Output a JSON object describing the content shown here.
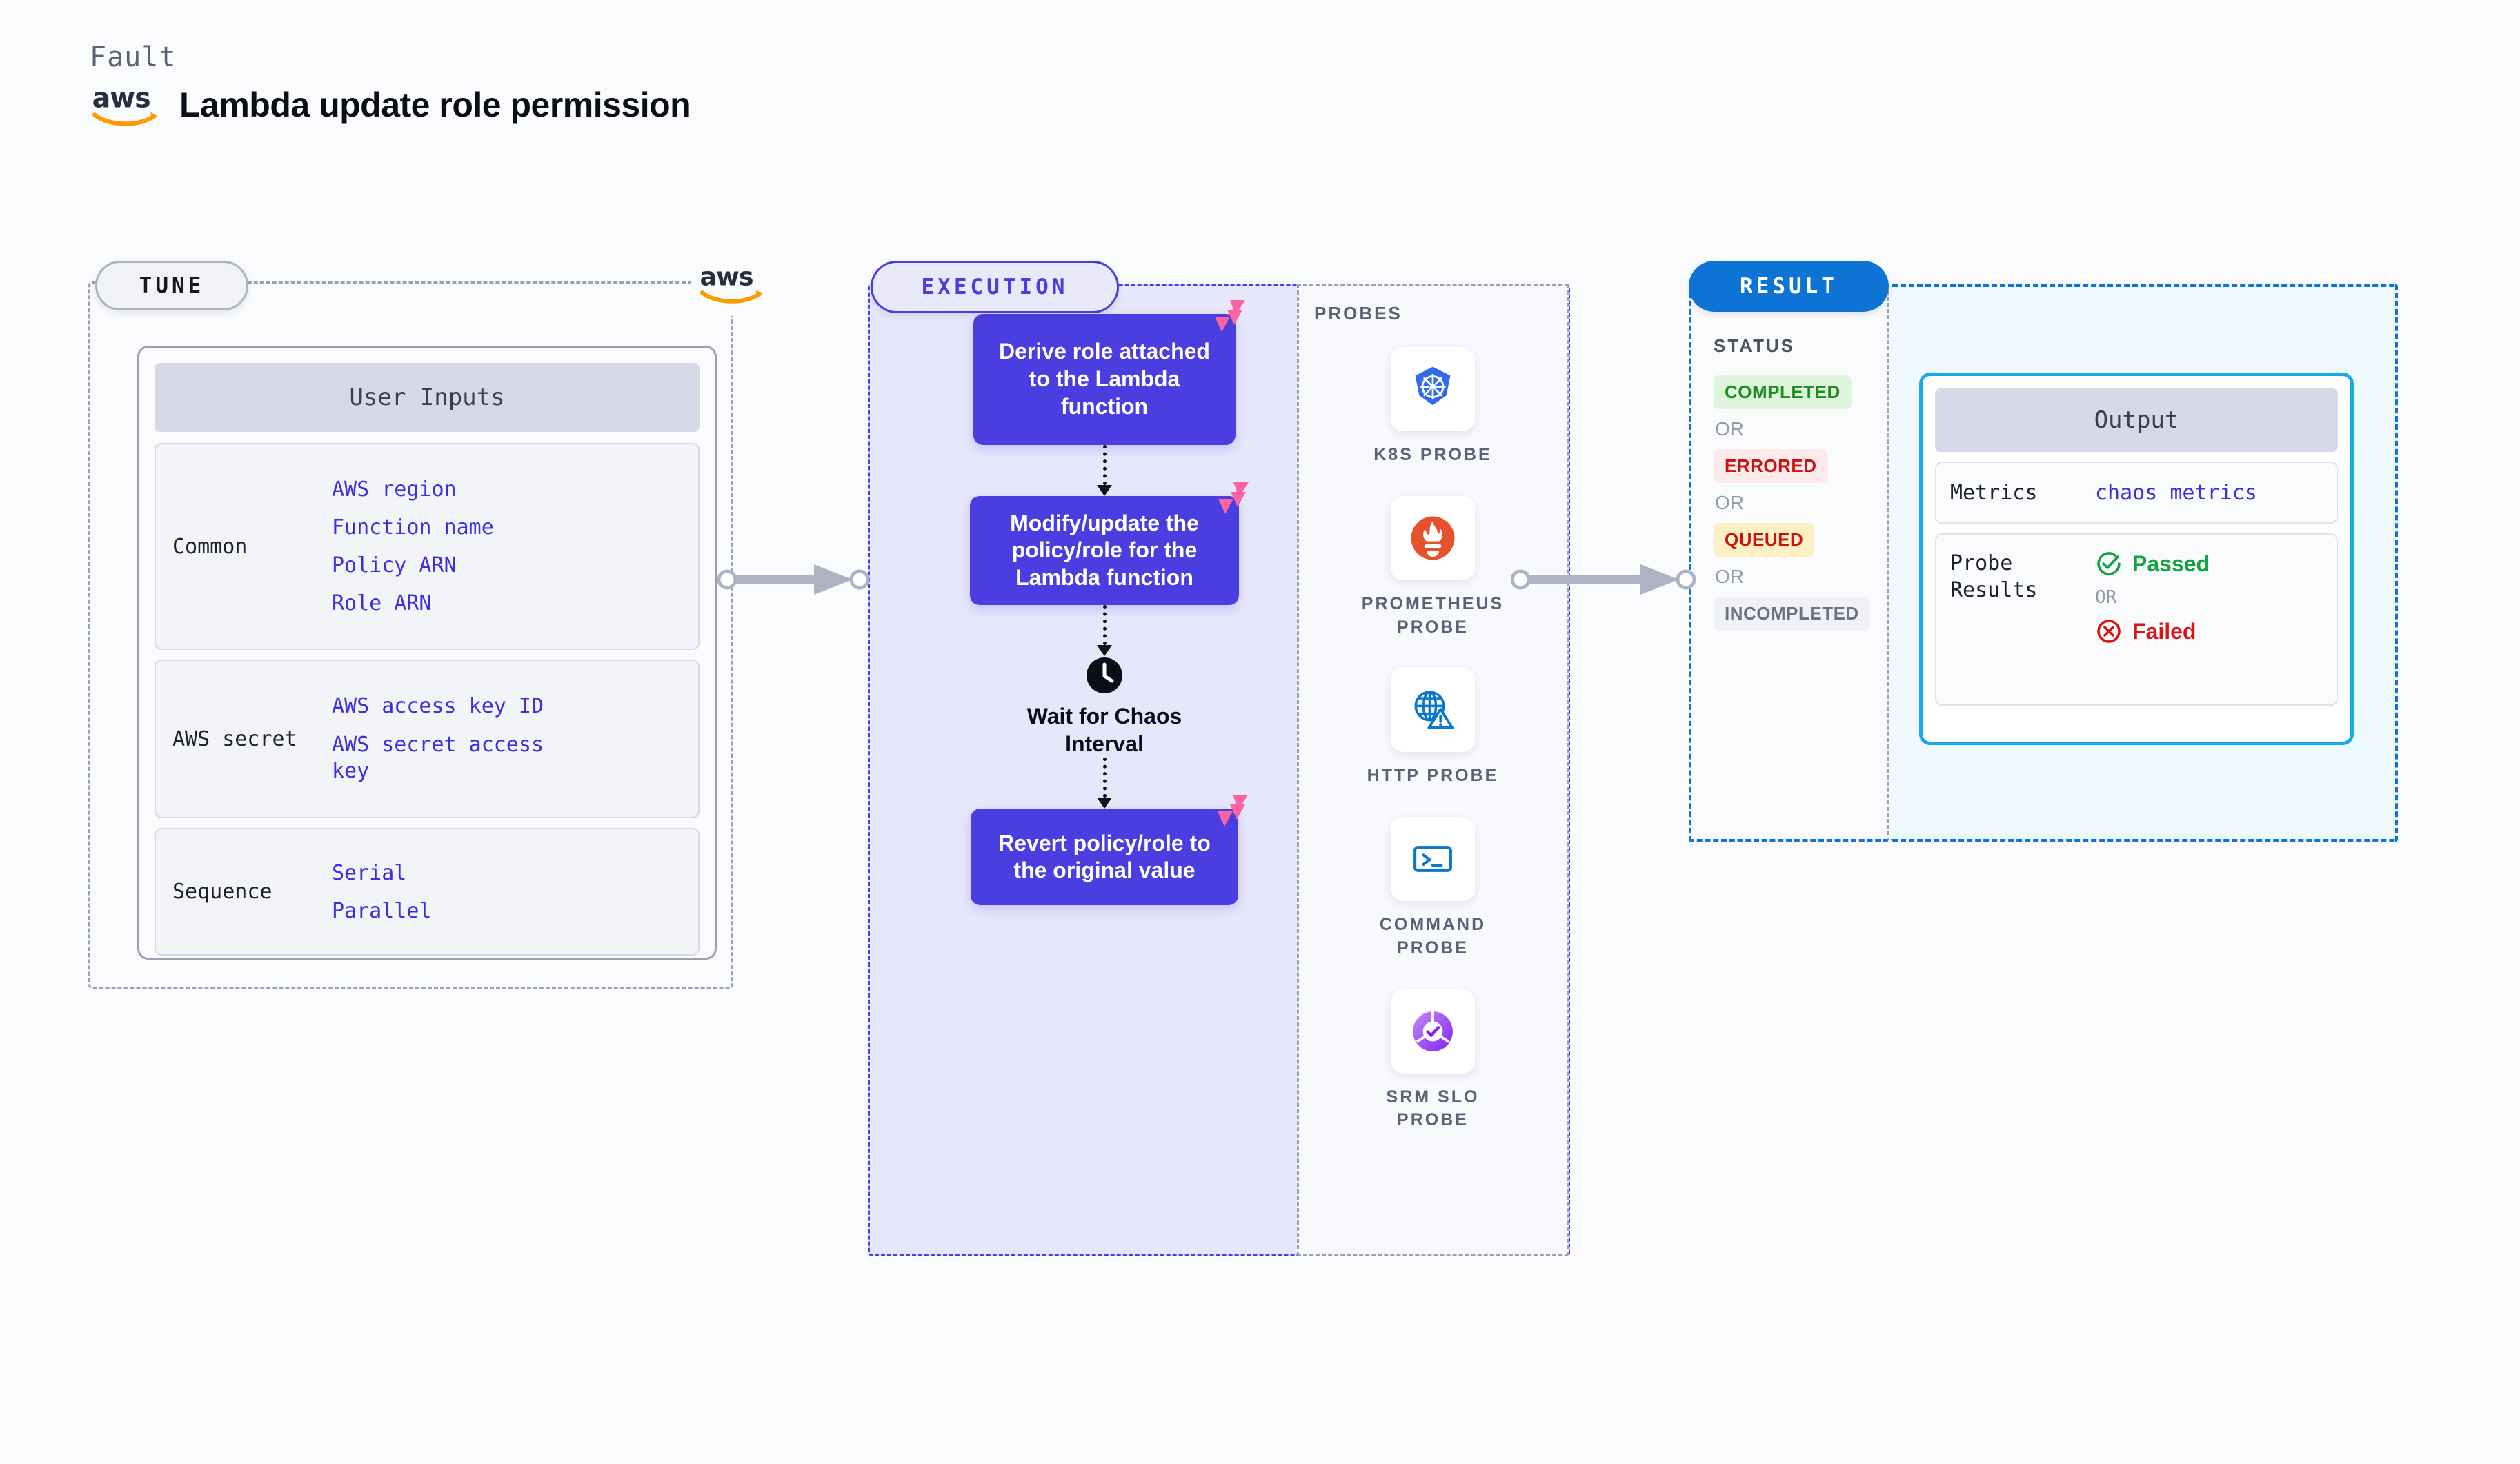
{
  "header": {
    "fault_label": "Fault",
    "title": "Lambda update role permission",
    "logo_icon": "aws-logo"
  },
  "tune": {
    "pill_label": "TUNE",
    "aws_badge_icon": "aws-logo",
    "user_inputs": {
      "card_title": "User Inputs",
      "groups": [
        {
          "label": "Common",
          "values": [
            "AWS region",
            "Function name",
            "Policy ARN",
            "Role ARN"
          ]
        },
        {
          "label": "AWS secret",
          "values": [
            "AWS access key ID",
            "AWS secret access key"
          ]
        },
        {
          "label": "Sequence",
          "values": [
            "Serial",
            "Parallel"
          ]
        }
      ]
    }
  },
  "execution": {
    "pill_label": "EXECUTION",
    "steps": [
      {
        "type": "box",
        "text": "Derive role attached to the Lambda function",
        "badge_icon": "litmus-chaos-icon"
      },
      {
        "type": "box",
        "text": "Modify/update the policy/role for the Lambda function",
        "badge_icon": "litmus-chaos-icon"
      },
      {
        "type": "wait",
        "text": "Wait for Chaos Interval",
        "icon": "clock-icon"
      },
      {
        "type": "box",
        "text": "Revert policy/role to the original value",
        "badge_icon": "litmus-chaos-icon"
      }
    ]
  },
  "probes": {
    "title": "PROBES",
    "items": [
      {
        "label": "K8S PROBE",
        "icon": "kubernetes-icon"
      },
      {
        "label": "PROMETHEUS PROBE",
        "icon": "prometheus-icon"
      },
      {
        "label": "HTTP PROBE",
        "icon": "http-globe-warning-icon"
      },
      {
        "label": "COMMAND PROBE",
        "icon": "terminal-icon"
      },
      {
        "label": "SRM SLO PROBE",
        "icon": "srm-slo-donut-check-icon"
      }
    ]
  },
  "result": {
    "pill_label": "RESULT",
    "status": {
      "title": "STATUS",
      "or_label": "OR",
      "badges": [
        {
          "label": "COMPLETED",
          "color": "#1f8c1f",
          "bg": "#ddf5dd"
        },
        {
          "label": "ERRORED",
          "color": "#cc1111",
          "bg": "#fdeaea"
        },
        {
          "label": "QUEUED",
          "color": "#cc1111",
          "bg": "#fcf0c4"
        },
        {
          "label": "INCOMPLETED",
          "color": "#6d7283",
          "bg": "#f1f2f6"
        }
      ]
    },
    "output": {
      "card_title": "Output",
      "rows": [
        {
          "label": "Metrics",
          "value": "chaos metrics"
        }
      ],
      "probe_results": {
        "label": "Probe Results",
        "passed": "Passed",
        "or_label": "OR",
        "failed": "Failed",
        "passed_color": "#14a341",
        "failed_color": "#dd1212"
      }
    }
  },
  "connectors": {
    "arrow_color": "#aeb3c4"
  }
}
